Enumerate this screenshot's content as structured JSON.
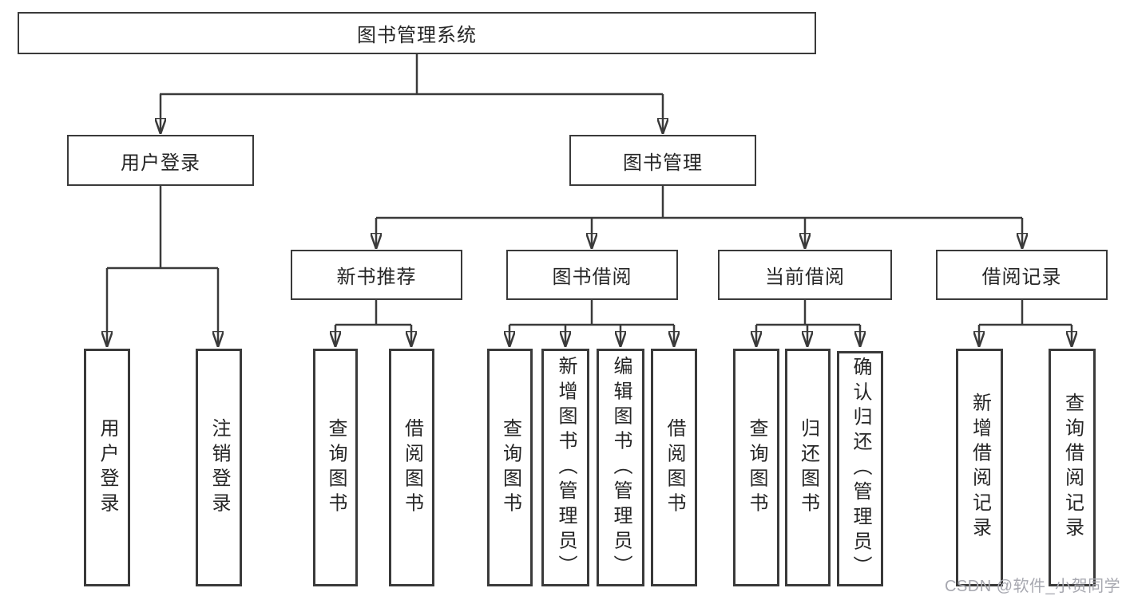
{
  "diagram": {
    "root": {
      "label": "图书管理系统"
    },
    "level2": [
      {
        "label": "用户登录"
      },
      {
        "label": "图书管理"
      }
    ],
    "level3": [
      {
        "label": "新书推荐"
      },
      {
        "label": "图书借阅"
      },
      {
        "label": "当前借阅"
      },
      {
        "label": "借阅记录"
      }
    ],
    "leaves": {
      "user_login": [
        "用户登录",
        "注销登录"
      ],
      "new_books": [
        "查询图书",
        "借阅图书"
      ],
      "book_borrow": [
        "查询图书",
        "新增图书（管理员）",
        "编辑图书（管理员）",
        "借阅图书"
      ],
      "current_borrow": [
        "查询图书",
        "归还图书",
        "确认归还（管理员）"
      ],
      "borrow_records": [
        "新增借阅记录",
        "查询借阅记录"
      ]
    }
  },
  "watermark": "CSDN @软件_小贺同学",
  "colors": {
    "line": "#3a3a3a",
    "text": "#262626",
    "watermark": "#a7a8b0",
    "background": "#ffffff"
  }
}
